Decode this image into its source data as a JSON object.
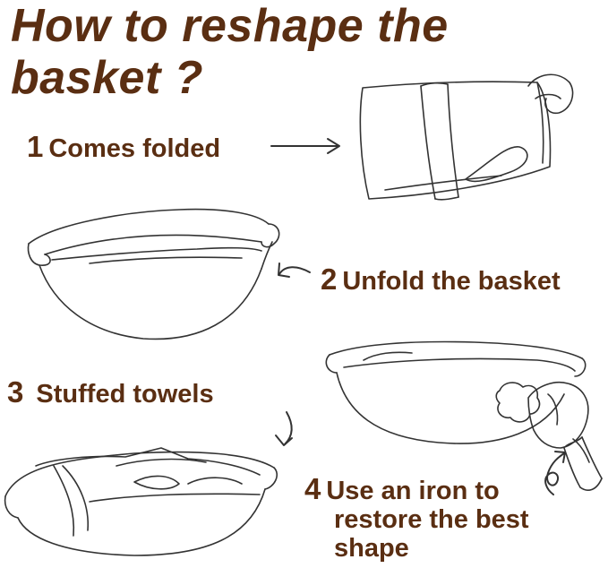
{
  "title": {
    "line1": "How to reshape the",
    "line2": "basket ?"
  },
  "steps": [
    {
      "number": "1",
      "text": "Comes folded"
    },
    {
      "number": "2",
      "text": "Unfold the basket"
    },
    {
      "number": "3",
      "text": "Stuffed towels"
    },
    {
      "number": "4",
      "text_lines": [
        "Use an iron to",
        "restore the best",
        "shape"
      ]
    }
  ],
  "colors": {
    "text": "#5a2e12",
    "line": "#333333",
    "background": "#ffffff"
  },
  "icons": [
    "arrow-right-icon",
    "curved-arrow-left-icon",
    "curved-arrow-down-icon",
    "curly-arrow-up-icon",
    "steam-iron-icon"
  ]
}
